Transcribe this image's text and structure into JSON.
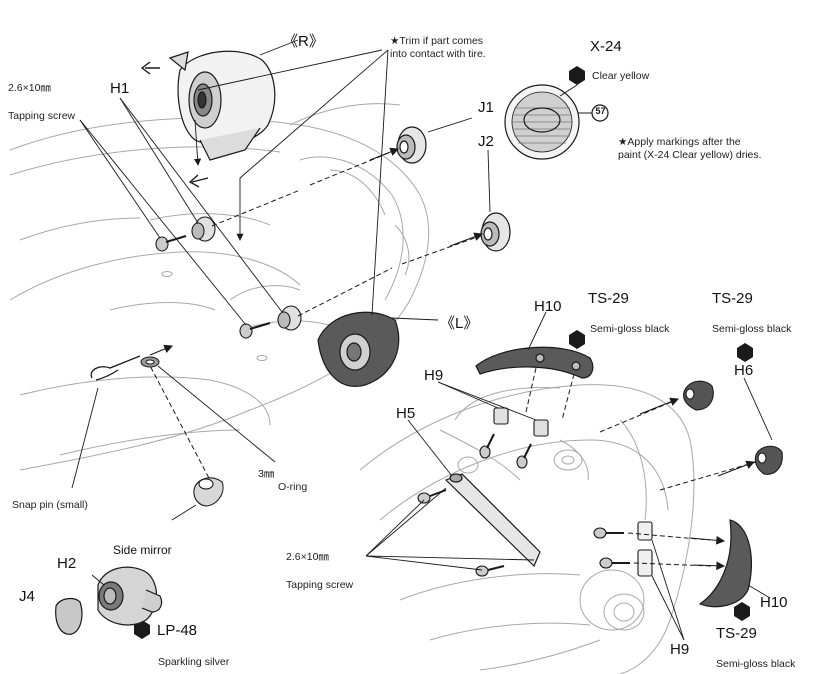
{
  "labels": {
    "view_r": "《R》",
    "view_l": "《L》",
    "screw_size_top": "2.6×10㎜",
    "tapping_screw_top": "Tapping screw",
    "h1": "H1",
    "trim_note_line1": "★Trim if part comes",
    "trim_note_line2": "into contact with tire.",
    "j1": "J1",
    "j2": "J2",
    "x24": "X-24",
    "x24_color": "Clear yellow",
    "marking_number": "57",
    "apply_note_line1": "★Apply markings after the",
    "apply_note_line2": "paint (X-24 Clear yellow) dries.",
    "h10_top": "H10",
    "ts29_top_left": "TS-29",
    "ts29_top_left_color": "Semi-gloss black",
    "ts29_top_right": "TS-29",
    "ts29_top_right_color": "Semi-gloss black",
    "h6": "H6",
    "h9_top": "H9",
    "h5": "H5",
    "oring_size": "3㎜",
    "oring": "O-ring",
    "snap_pin": "Snap pin (small)",
    "side_mirror": "Side mirror",
    "h2": "H2",
    "j4": "J4",
    "lp48": "LP-48",
    "lp48_color": "Sparkling silver",
    "screw_size_bottom": "2.6×10㎜",
    "tapping_screw_bottom": "Tapping screw",
    "h10_bottom": "H10",
    "ts29_bottom": "TS-29",
    "ts29_bottom_color": "Semi-gloss black",
    "h9_bottom": "H9"
  },
  "icons": {
    "paint_marker": "hexagon-icon",
    "direction_arrow": "arrow-icon"
  },
  "colors": {
    "line": "#1a1a1a",
    "body_line": "#9a9a9a",
    "part_fill": "#d8d8d8",
    "dark_part": "#4a4a4a",
    "lens_fill": "#c9c9c9"
  }
}
